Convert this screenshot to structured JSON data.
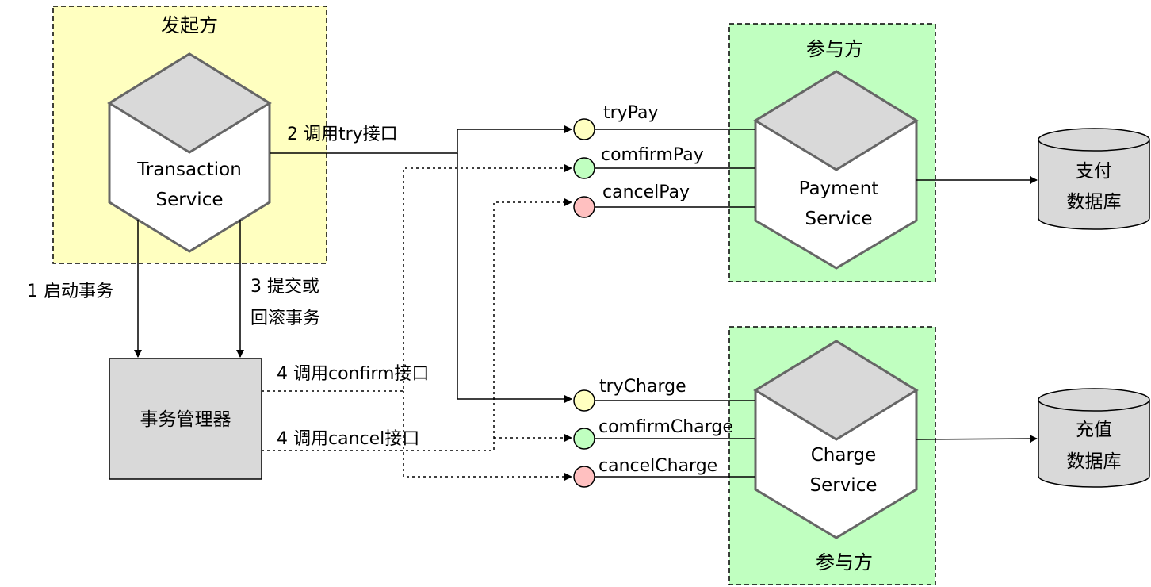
{
  "groups": {
    "initiator_title": "发起方",
    "payment_participant_title": "参与方",
    "charge_participant_title": "参与方"
  },
  "services": {
    "transaction": [
      "Transaction",
      "Service"
    ],
    "payment": [
      "Payment",
      "Service"
    ],
    "charge": [
      "Charge",
      "Service"
    ]
  },
  "manager": {
    "label": "事务管理器"
  },
  "databases": {
    "payment_db": [
      "支付",
      "数据库"
    ],
    "charge_db": [
      "充值",
      "数据库"
    ]
  },
  "steps": {
    "start": "1 启动事务",
    "commit": [
      "3 提交或",
      "回滚事务"
    ],
    "call_try": "2 调用try接口",
    "call_confirm": "4 调用confirm接口",
    "call_cancel": "4 调用cancel接口"
  },
  "endpoints": {
    "try_pay": "tryPay",
    "confirm_pay": "comfirmPay",
    "cancel_pay": "cancelPay",
    "try_charge": "tryCharge",
    "confirm_charge": "comfirmCharge",
    "cancel_charge": "cancelCharge"
  },
  "colors": {
    "initiator_bg": "#ffffc0",
    "participant_bg": "#c0ffc0",
    "hex_top": "#d9d9d9",
    "hex_stroke": "#666666",
    "box_fill": "#d9d9d9",
    "try_dot": "#ffffc0",
    "confirm_dot": "#c0ffc0",
    "cancel_dot": "#ffc0c0"
  }
}
